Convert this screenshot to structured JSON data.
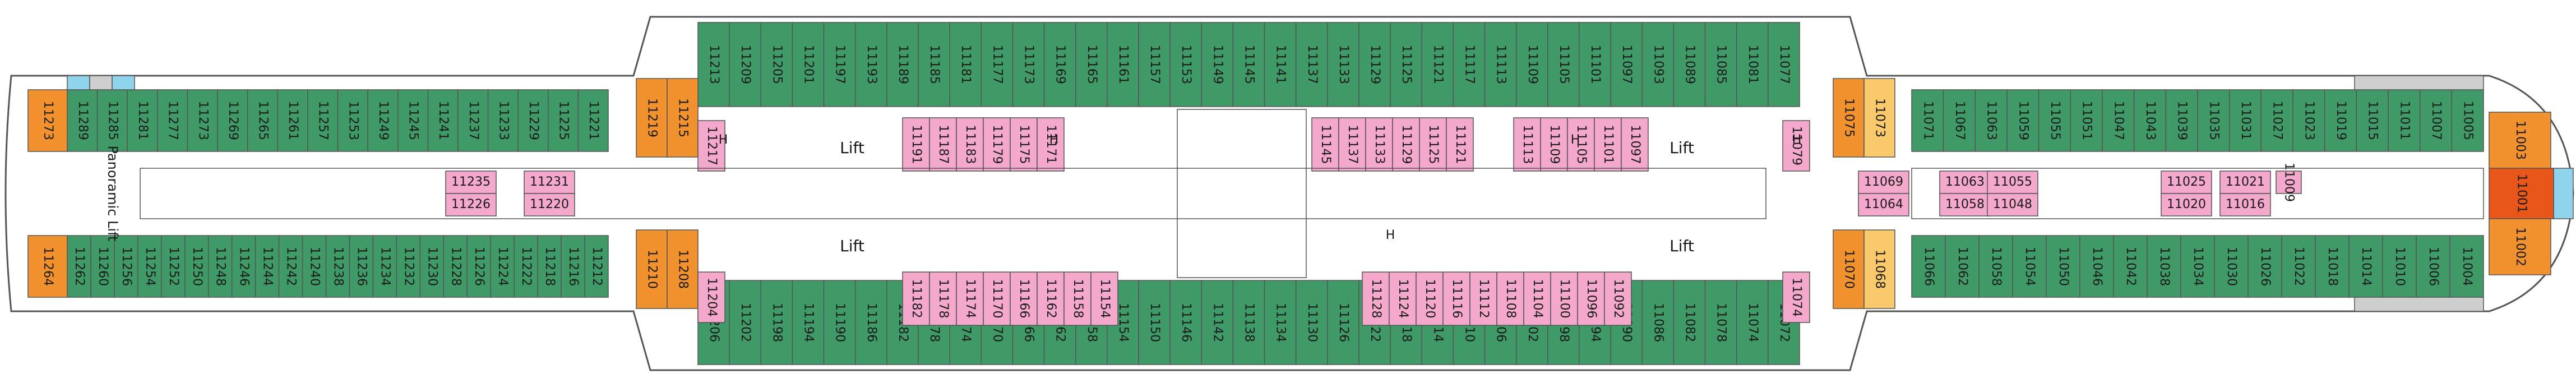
{
  "deck_plan": {
    "colors": {
      "balcony": "#3f9a68",
      "balcony_dark": "#2e7d52",
      "interior": "#f4a9cc",
      "ocean_view": "#ffffff",
      "suite": "#f2922f",
      "suite_light": "#f9c96b",
      "owner_suite": "#e8561a",
      "grey": "#cfcfcf",
      "blue": "#8fd4ea",
      "hull": "#ffffff",
      "outline": "#555555"
    },
    "labels": {
      "lift": "Lift",
      "panoramic_lift": "Panoramic Lift",
      "accessible": "H"
    },
    "top_aft_cabins": [
      "11289",
      "11285",
      "11281",
      "11277",
      "11273",
      "11269",
      "11265",
      "11261",
      "11257",
      "11253",
      "11249",
      "11245",
      "11241",
      "11237",
      "11233",
      "11229",
      "11225",
      "11221"
    ],
    "bottom_aft_cabins": [
      "11262",
      "11260",
      "11256",
      "11254",
      "11252",
      "11250",
      "11248",
      "11246",
      "11244",
      "11242",
      "11240",
      "11238",
      "11236",
      "11234",
      "11232",
      "11230",
      "11228",
      "11226",
      "11224",
      "11222",
      "11218",
      "11216",
      "11212"
    ],
    "top_main_cabins": [
      "11213",
      "11209",
      "11205",
      "11201",
      "11197",
      "11193",
      "11189",
      "11185",
      "11181",
      "11177",
      "11173",
      "11169",
      "11165",
      "11161",
      "11157",
      "11153",
      "11149",
      "11145",
      "11141",
      "11137",
      "11133",
      "11129",
      "11125",
      "11121",
      "11117",
      "11113",
      "11109",
      "11105",
      "11101",
      "11097",
      "11093",
      "11089",
      "11085",
      "11081",
      "11077"
    ],
    "bottom_main_cabins": [
      "11206",
      "11202",
      "11198",
      "11194",
      "11190",
      "11186",
      "11182",
      "11178",
      "11174",
      "11170",
      "11166",
      "11162",
      "11158",
      "11154",
      "11150",
      "11146",
      "11142",
      "11138",
      "11134",
      "11130",
      "11126",
      "11122",
      "11118",
      "11114",
      "11110",
      "11106",
      "11102",
      "11098",
      "11094",
      "11090",
      "11086",
      "11082",
      "11078",
      "11074",
      "11072"
    ],
    "top_fwd_cabins": [
      "11071",
      "11067",
      "11063",
      "11059",
      "11055",
      "11051",
      "11047",
      "11043",
      "11039",
      "11035",
      "11031",
      "11027",
      "11023",
      "11019",
      "11015",
      "11011",
      "11007",
      "11005"
    ],
    "bottom_fwd_cabins": [
      "11066",
      "11062",
      "11058",
      "11054",
      "11050",
      "11046",
      "11042",
      "11038",
      "11034",
      "11030",
      "11026",
      "11022",
      "11018",
      "11014",
      "11010",
      "11006",
      "11004"
    ],
    "suites": {
      "aft_top": "11273",
      "aft_bottom": "11264",
      "stern_top": "11219",
      "stern_top_inner": "11215",
      "stern_bottom": "11210",
      "stern_bottom_inner": "11208",
      "mid_top": "11075",
      "mid_top_inner": "11073",
      "mid_bottom": "11070",
      "mid_bottom_inner": "11068",
      "bow_top": "11003",
      "bow_center": "11001",
      "bow_bottom": "11002"
    },
    "inner_top_row": [
      "11191",
      "11187",
      "11183",
      "11179",
      "11175",
      "11171",
      "11145",
      "11137",
      "11133",
      "11129",
      "11125",
      "11121",
      "11113",
      "11109",
      "11105",
      "11101",
      "11097"
    ],
    "inner_top_edge": [
      "11217",
      "11079"
    ],
    "inner_bottom_row": [
      "11182",
      "11178",
      "11174",
      "11170",
      "11166",
      "11162",
      "11158",
      "11154",
      "11128",
      "11124",
      "11120",
      "11116",
      "11112",
      "11108",
      "11104",
      "11100",
      "11096",
      "11092"
    ],
    "inner_bottom_edge": [
      "11204",
      "11074"
    ],
    "center_blocks": [
      {
        "a": "11235",
        "b": "11226"
      },
      {
        "a": "11231",
        "b": "11220"
      },
      {
        "a": "11069",
        "b": "11064"
      },
      {
        "a": "11063",
        "b": "11058"
      },
      {
        "a": "11055",
        "b": "11048"
      },
      {
        "a": "11025",
        "b": "11020"
      },
      {
        "a": "11021",
        "b": "11016"
      },
      {
        "a": "11009",
        "b": ""
      }
    ]
  }
}
